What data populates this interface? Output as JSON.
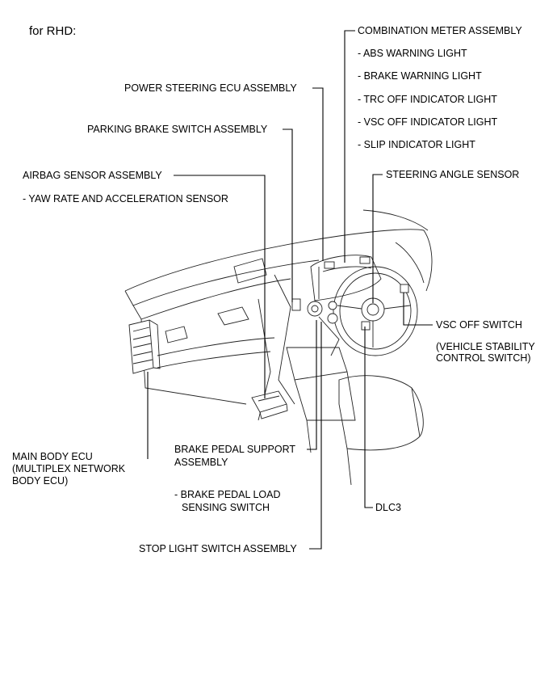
{
  "title": "for RHD:",
  "labels": {
    "combination_meter": "COMBINATION METER ASSEMBLY",
    "abs_warning": "- ABS WARNING LIGHT",
    "brake_warning": "- BRAKE WARNING LIGHT",
    "trc_off": "- TRC OFF INDICATOR LIGHT",
    "vsc_off_indicator": "- VSC OFF INDICATOR LIGHT",
    "slip_indicator": "- SLIP INDICATOR LIGHT",
    "power_steering_ecu": "POWER STEERING ECU ASSEMBLY",
    "parking_brake_switch": "PARKING BRAKE SWITCH ASSEMBLY",
    "airbag_sensor": "AIRBAG SENSOR ASSEMBLY",
    "yaw_rate_sensor": "- YAW RATE AND ACCELERATION SENSOR",
    "steering_angle_sensor": "STEERING ANGLE SENSOR",
    "vsc_off_switch": "VSC OFF SWITCH",
    "vsc_off_switch_sub1": "(VEHICLE STABILITY",
    "vsc_off_switch_sub2": "CONTROL SWITCH)",
    "main_body_ecu_1": "MAIN BODY ECU",
    "main_body_ecu_2": "(MULTIPLEX NETWORK",
    "main_body_ecu_3": "BODY ECU)",
    "brake_pedal_support_1": "BRAKE PEDAL SUPPORT",
    "brake_pedal_support_2": "ASSEMBLY",
    "brake_pedal_load_1": "- BRAKE PEDAL LOAD",
    "brake_pedal_load_2": "SENSING SWITCH",
    "dlc3": "DLC3",
    "stop_light_switch": "STOP LIGHT SWITCH ASSEMBLY"
  }
}
